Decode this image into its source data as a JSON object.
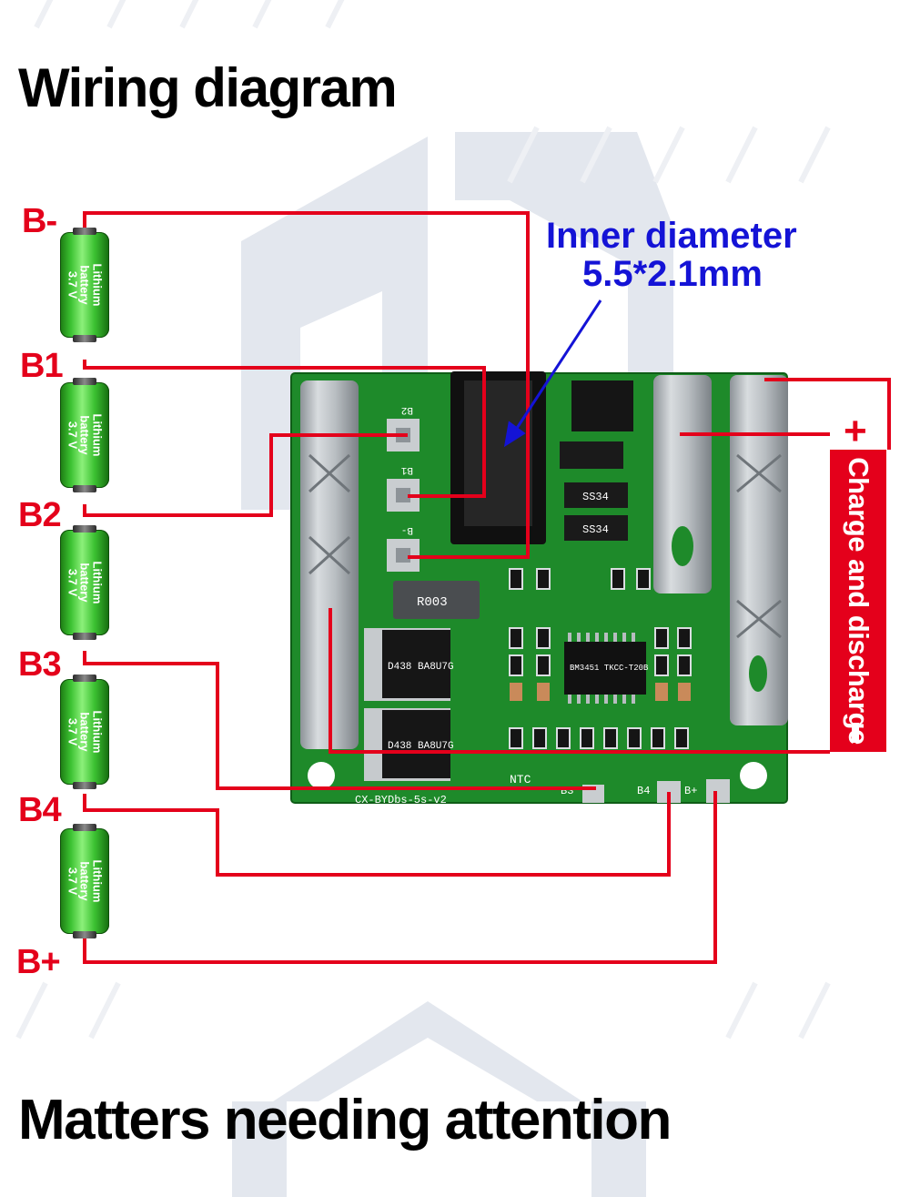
{
  "headings": {
    "top": "Wiring diagram",
    "bottom": "Matters needing attention"
  },
  "labels": {
    "b_minus": "B-",
    "b1": "B1",
    "b2": "B2",
    "b3": "B3",
    "b4": "B4",
    "b_plus": "B+"
  },
  "cells": [
    {
      "line1": "Lithium",
      "line2": "battery",
      "line3": "3.7 V"
    },
    {
      "line1": "Lithium",
      "line2": "battery",
      "line3": "3.7 V"
    },
    {
      "line1": "Lithium",
      "line2": "battery",
      "line3": "3.7 V"
    },
    {
      "line1": "Lithium",
      "line2": "battery",
      "line3": "3.7 V"
    },
    {
      "line1": "Lithium",
      "line2": "battery",
      "line3": "3.7 V"
    }
  ],
  "callout": {
    "line1": "Inner diameter",
    "line2": "5.5*2.1mm"
  },
  "charge_discharge": {
    "label": "Charge and discharge",
    "plus": "+",
    "minus": "-"
  },
  "board": {
    "pad_b2": "B2",
    "pad_b1": "B1",
    "pad_b_minus": "B-",
    "pad_b3": "B3",
    "pad_b4": "B4",
    "pad_b_plus": "B+",
    "ntc": "NTC",
    "mosfet_1": "D438 BA8U7G",
    "mosfet_2": "D438 BA8U7G",
    "shunt": "R003",
    "ic": "BM3451 TKCC-T20B",
    "silkscreen": "CX-BYDbs-5s-v2",
    "d3": "SS34",
    "d4": "SS34"
  },
  "colors": {
    "wire": "#e4001b",
    "pcb": "#1e8a2a",
    "callout": "#1413d6",
    "watermark": "#dfe3ea"
  }
}
